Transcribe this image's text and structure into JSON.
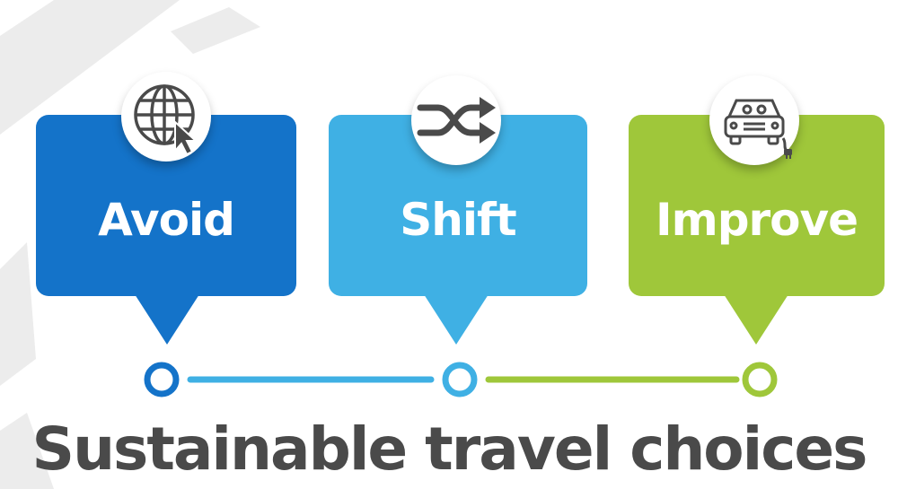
{
  "steps": [
    {
      "label": "Avoid",
      "color": "#1473c9",
      "icon": "globe-cursor-icon"
    },
    {
      "label": "Shift",
      "color": "#3fb0e4",
      "icon": "shuffle-arrows-icon"
    },
    {
      "label": "Improve",
      "color": "#9fc73a",
      "icon": "electric-car-icon"
    }
  ],
  "title": "Sustainable travel choices",
  "colors": {
    "title": "#4a4a4a",
    "background_shapes": "#e6e6e6"
  }
}
